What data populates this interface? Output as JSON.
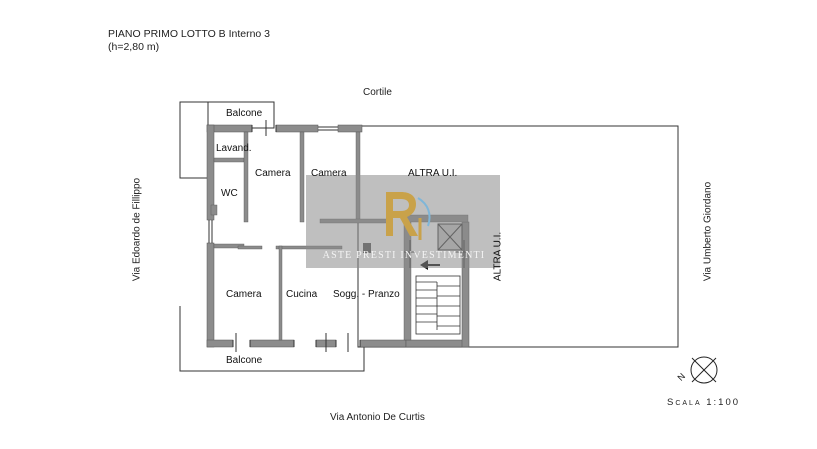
{
  "header": {
    "title": "PIANO PRIMO LOTTO B Interno 3",
    "subtitle": "(h=2,80 m)"
  },
  "streets": {
    "top": "Cortile",
    "bottom": "Via Antonio De Curtis",
    "left": "Via Edoardo de Fillippo",
    "right": "Via Umberto Giordano"
  },
  "rooms": {
    "balcone_top": "Balcone",
    "lavanderia": "Lavand.",
    "wc": "WC",
    "camera_1": "Camera",
    "camera_2": "Camera",
    "camera_3": "Camera",
    "cucina": "Cucina",
    "soggiorno": "Sogg. - Pranzo",
    "balcone_bottom": "Balcone",
    "altra_ui_top": "ALTRA U.I.",
    "altra_ui_right": "ALTRA U.I."
  },
  "watermark": {
    "text": "ASTE PRESTI INVESTIMENTI",
    "colors": {
      "overlay": "#8a8a8a",
      "gold": "#c9a24a"
    }
  },
  "scale": {
    "label": "Scala 1:100"
  },
  "compass": {
    "letter": "N"
  },
  "colors": {
    "wall": "#8c8c8c",
    "outline": "#333333"
  }
}
